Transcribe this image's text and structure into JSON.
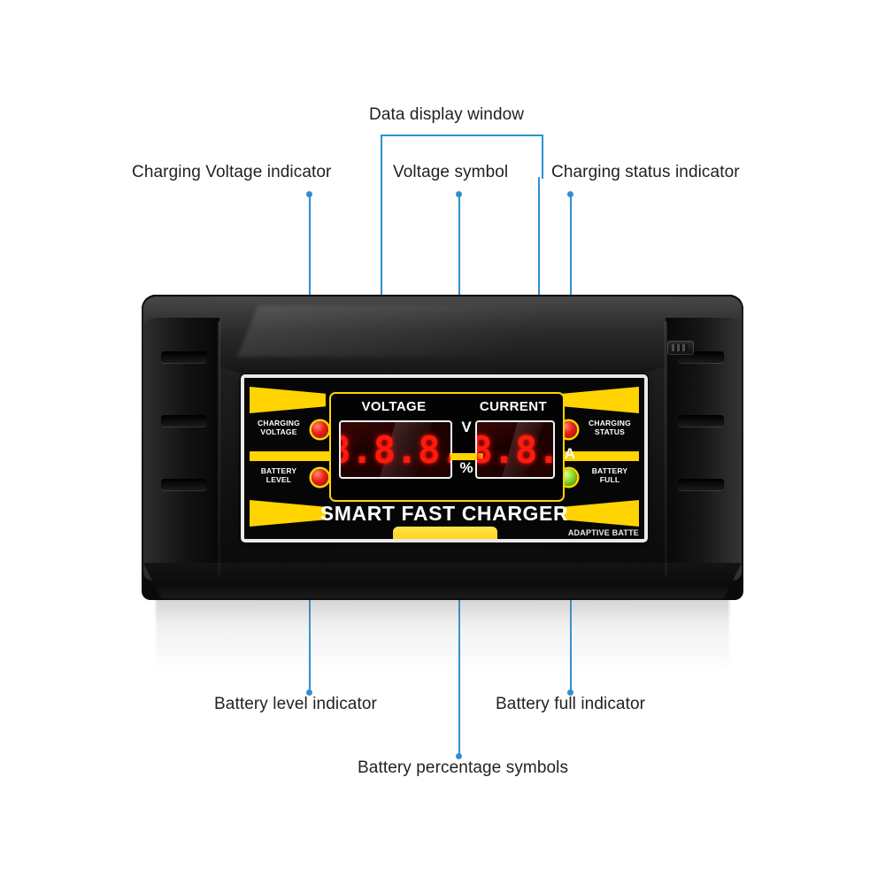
{
  "annotations": {
    "data_display_window": "Data display window",
    "charging_voltage_indicator": "Charging Voltage indicator",
    "voltage_symbol": "Voltage symbol",
    "charging_status_indicator": "Charging status indicator",
    "battery_level_indicator": "Battery level indicator",
    "battery_full_indicator": "Battery full indicator",
    "battery_percentage_symbols": "Battery percentage symbols"
  },
  "device": {
    "brand_text": "SMART FAST CHARGER",
    "adaptive_text": "ADAPTIVE BATTE",
    "meters": {
      "voltage_title": "VOLTAGE",
      "current_title": "CURRENT",
      "voltage_value": "8.8.8.",
      "current_value": "8.8."
    },
    "units": {
      "volt_symbol": "V",
      "percent_symbol": "%",
      "ampere_symbol": "A"
    },
    "leds": {
      "charging_voltage_label_line1": "CHARGING",
      "charging_voltage_label_line2": "VOLTAGE",
      "battery_level_label_line1": "BATTERY",
      "battery_level_label_line2": "LEVEL",
      "charging_status_label_line1": "CHARGING",
      "charging_status_label_line2": "STATUS",
      "battery_full_label_line1": "BATTERY",
      "battery_full_label_line2": "FULL"
    }
  },
  "colors": {
    "accent_yellow": "#ffd400",
    "led_red": "#ef2318",
    "led_green": "#8ddc2a",
    "digit_red": "#ff1a0d",
    "leader_blue": "#2f8fd0",
    "label_text": "#231f20",
    "body_black": "#111111"
  }
}
